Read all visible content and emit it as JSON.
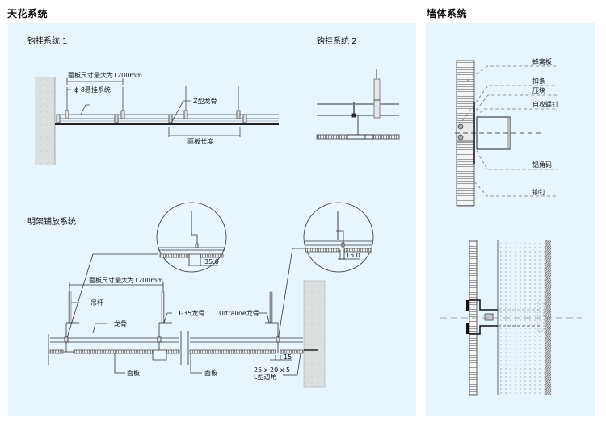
{
  "sections": {
    "ceiling": {
      "title": "天花系统",
      "hook1": {
        "title": "钩挂系统 1",
        "labels": {
          "max_size": "面板尺寸最大为1200mm",
          "suspension": "ϕ 8悬挂系统",
          "z_keel": "Z型龙骨",
          "panel_length": "面板长度"
        }
      },
      "hook2": {
        "title": "钩挂系统 2"
      },
      "open_grid": {
        "title": "明架铺放系统",
        "labels": {
          "max_size": "面板尺寸最大为1200mm",
          "hanger_rod": "吊杆",
          "keel": "龙骨",
          "t35_keel": "T-35龙骨",
          "ultraline_keel": "Ultraline龙骨",
          "panel_left": "面板",
          "panel_right": "面板",
          "l_edge_dims": "25 x 20 x 5",
          "l_edge_name": "L型边角",
          "gap_small": "15",
          "detail1_dim": "35.0",
          "detail2_dim": "15.0"
        }
      }
    },
    "wall": {
      "title": "墙体系统",
      "labels": {
        "honeycomb": "蜂窝板",
        "strip": "扣条",
        "press_block": "压块",
        "screw": "自攻螺钉",
        "bracket": "铝角码",
        "rivet": "铆钉"
      }
    }
  },
  "colors": {
    "panel_bg": "#e9f5fd",
    "line": "#333333",
    "wall_fill": "#d9dcdc"
  }
}
